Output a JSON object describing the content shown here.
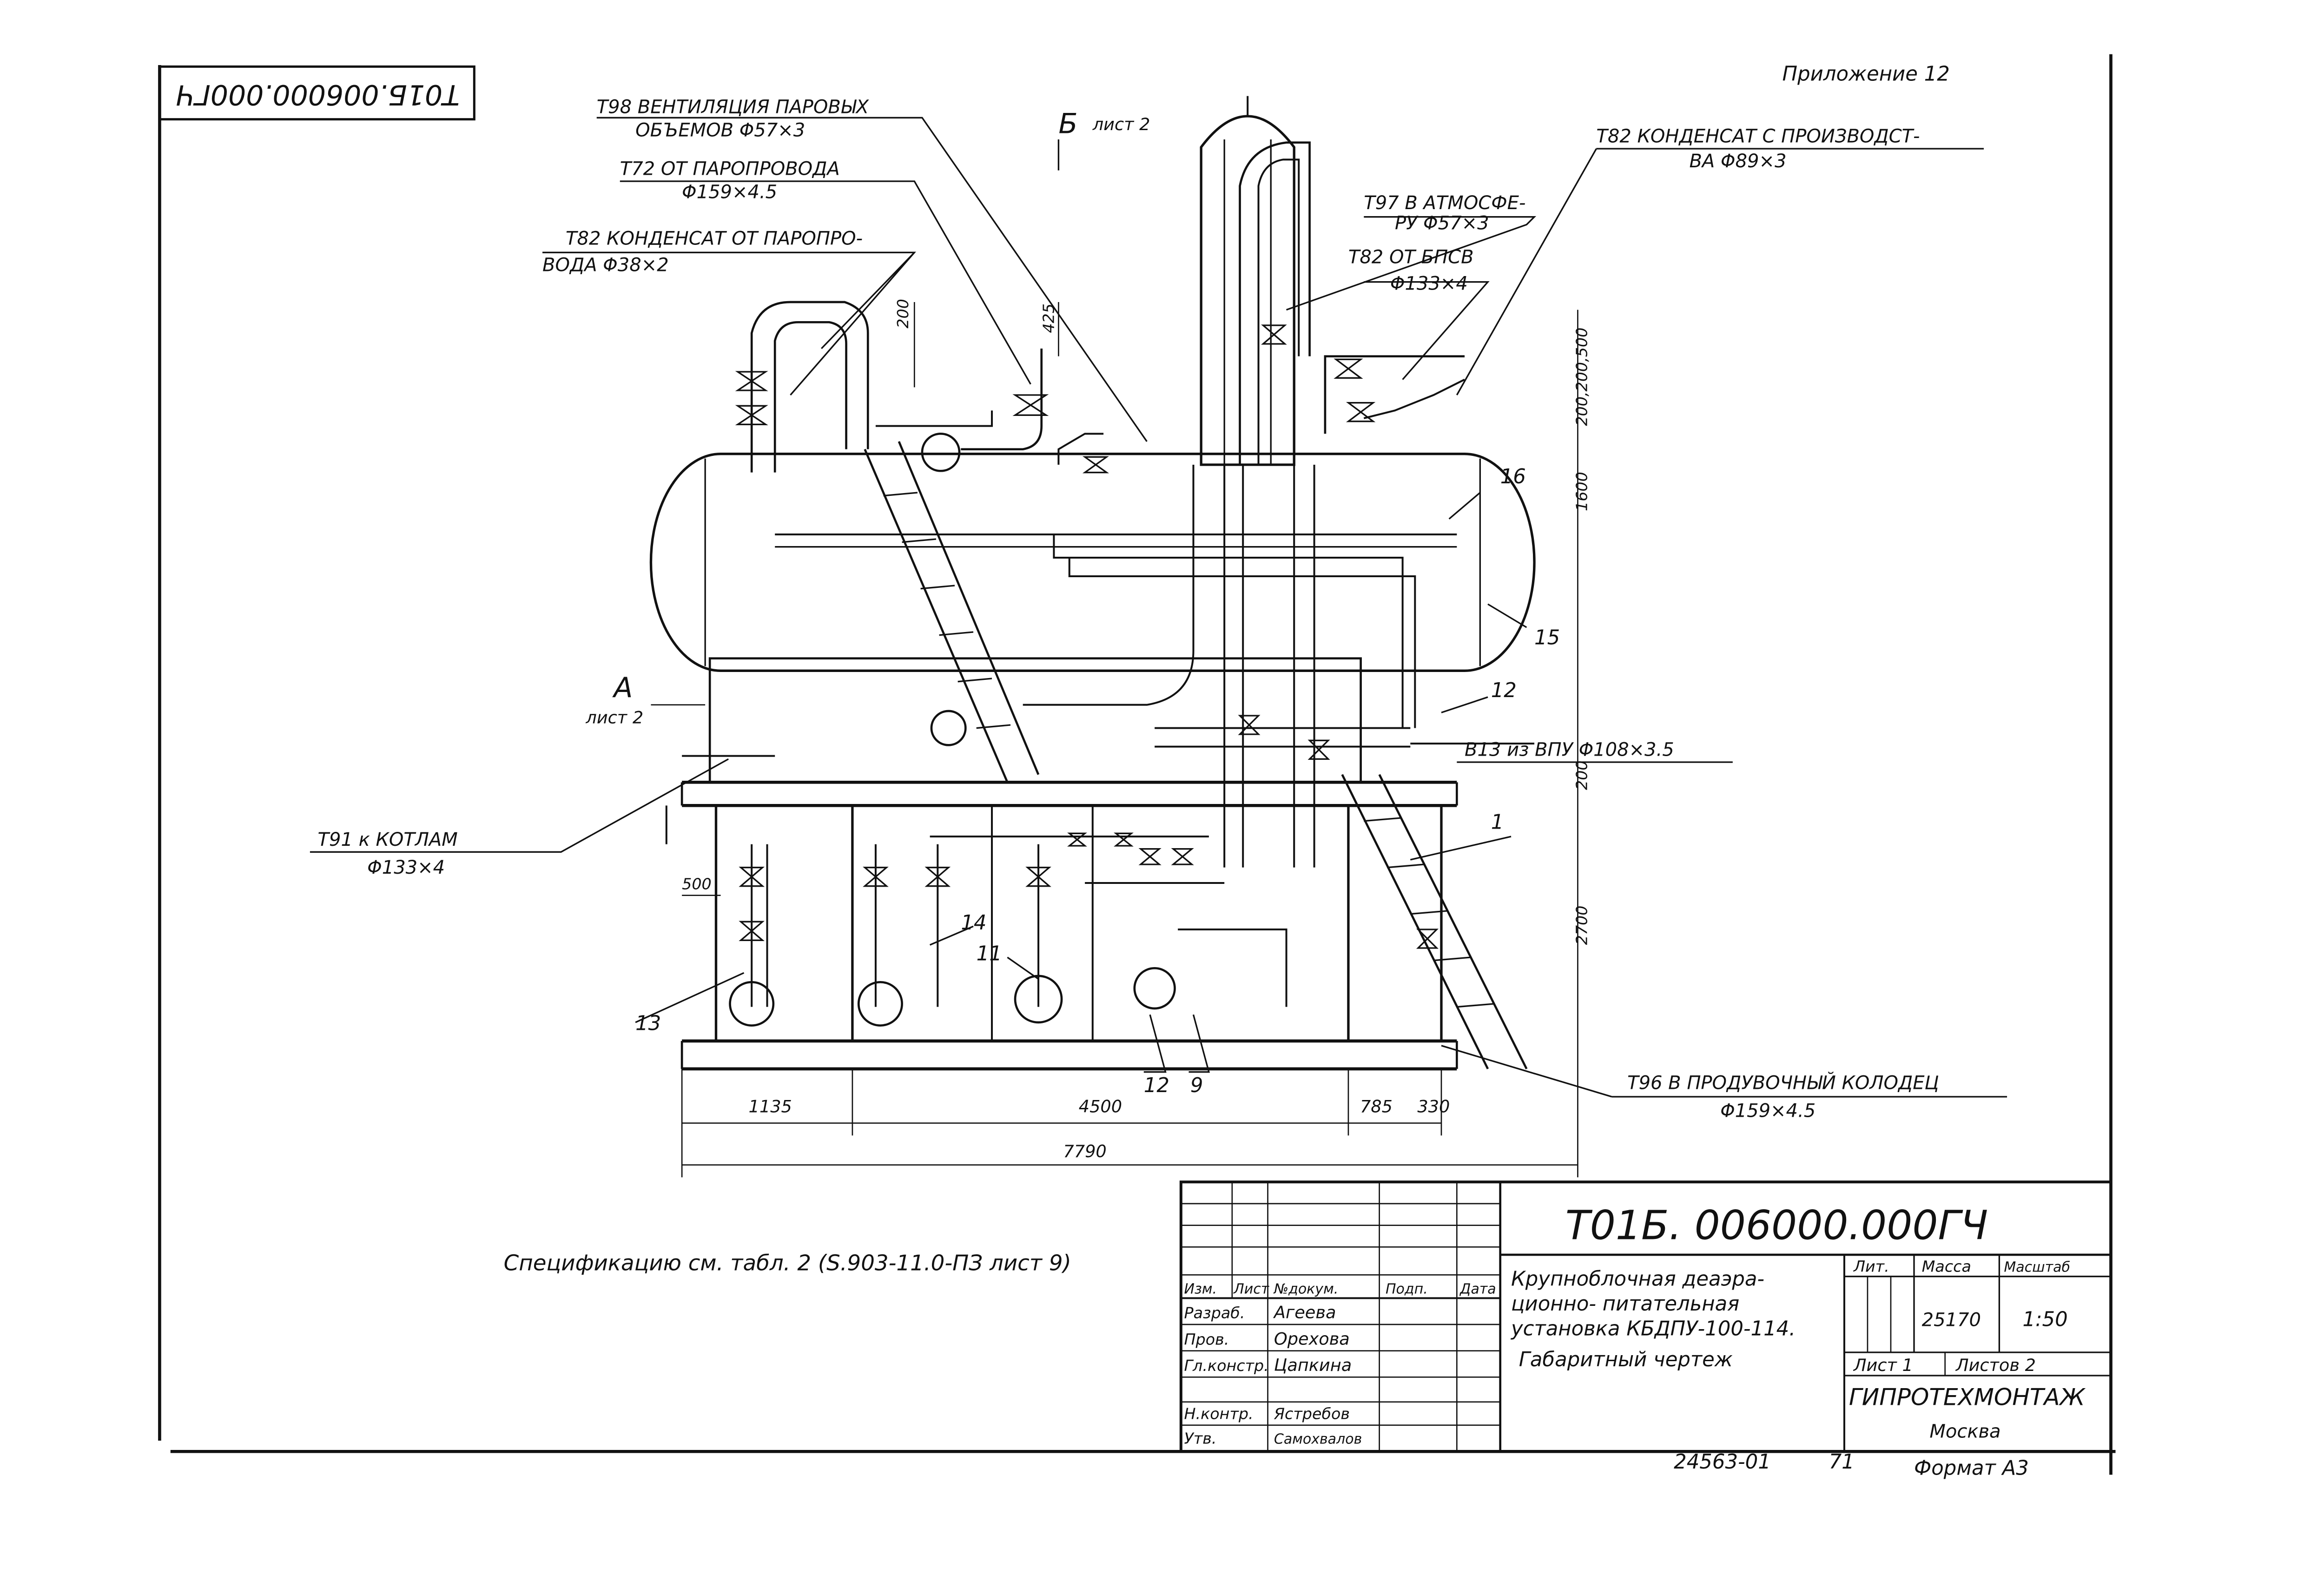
{
  "sheet": {
    "appendix": "Приложение 12",
    "corner_code": "Т01Б.006000.000ГЧ",
    "specification_note": "Спецификацию см. табл. 2 (S.903-11.0-ПЗ лист 9)",
    "bottom_number": "24563-01",
    "bottom_number_suffix": "71",
    "format": "Формат А3"
  },
  "labels": {
    "t98_line1": "Т98 ВЕНТИЛЯЦИЯ ПАРОВЫХ",
    "t98_line2": "ОБЪЕМОВ Φ57×3",
    "t72_line1": "Т72 ОТ ПАРОПРОВОДА",
    "t72_line2": "Φ159×4.5",
    "t82a_line1": "Т82 КОНДЕНСАТ ОТ ПАРОПРО-",
    "t82a_line2": "ВОДА Φ38×2",
    "view_b": "Б",
    "view_b_sheet": "лист 2",
    "t82b_line1": "Т82 КОНДЕНСАТ С ПРОИЗВОДСТ-",
    "t82b_line2": "ВА Φ89×3",
    "t97_line1": "Т97 В АТМОСФЕ-",
    "t97_line2": "РУ Φ57×3",
    "t82c_line1": "Т82 ОТ БПСВ",
    "t82c_line2": "Φ133×4",
    "view_a": "А",
    "view_a_sheet": "лист 2",
    "b13": "В13 из ВПУ Φ108×3.5",
    "t91_line1": "Т91 к КОТЛАМ",
    "t91_line2": "Φ133×4",
    "t96_line1": "Т96 В ПРОДУВОЧНЫЙ КОЛОДЕЦ",
    "t96_line2": "Φ159×4.5",
    "pos_16": "16",
    "pos_15": "15",
    "pos_12a": "12",
    "pos_1": "1",
    "pos_14": "14",
    "pos_11": "11",
    "pos_13": "13",
    "pos_12b": "12",
    "pos_9": "9"
  },
  "dimensions": {
    "d200": "200",
    "d425": "425",
    "d200_500": "200,200,500",
    "d1600": "1600",
    "d200b": "200",
    "d2700": "2700",
    "d500": "500",
    "d1135": "1135",
    "d4500": "4500",
    "d785": "785",
    "d330": "330",
    "d7790": "7790"
  },
  "title_block": {
    "doc_code": "Т01Б. 006000.000ГЧ",
    "col_izm": "Изм.",
    "col_list": "Лист",
    "col_doc": "№докум.",
    "col_sign": "Подп.",
    "col_date": "Дата",
    "row_razrab": "Разраб.",
    "name_razrab": "Агеева",
    "row_prov": "Пров.",
    "name_prov": "Орехова",
    "row_glkonstr": "Гл.констр.",
    "name_glkonstr": "Цапкина",
    "row_nkontr": "Н.контр.",
    "name_nkontr": "Ястребов",
    "row_utv": "Утв.",
    "name_utv": "Самохвалов",
    "title_line1": "Крупноблочная деаэра-",
    "title_line2": "ционно- питательная",
    "title_line3": "установка КБДПУ-100-114.",
    "title_line4": "Габаритный чертеж",
    "lit_label": "Лит.",
    "mass_label": "Масса",
    "scale_label": "Масштаб",
    "mass_value": "25170",
    "scale_value": "1:50",
    "sheet_label": "Лист 1",
    "sheets_label": "Листов 2",
    "org": "ГИПРОТЕХМОНТАЖ",
    "city": "Москва"
  }
}
